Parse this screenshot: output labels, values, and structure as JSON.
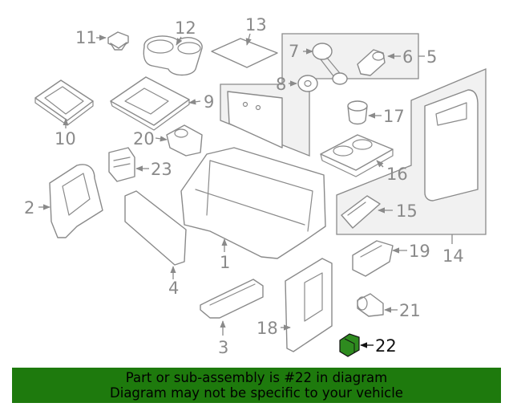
{
  "diagram": {
    "callouts": [
      "1",
      "2",
      "3",
      "4",
      "5",
      "6",
      "7",
      "8",
      "9",
      "10",
      "11",
      "12",
      "13",
      "14",
      "15",
      "16",
      "17",
      "18",
      "19",
      "20",
      "21",
      "22",
      "23"
    ],
    "highlighted_callout": "22",
    "colors": {
      "line_art": "#8a8a8a",
      "highlight_part": "#2e8b1f",
      "banner_background": "#1e7a0d",
      "banner_text": "#000000"
    }
  },
  "banner": {
    "line1": "Part or sub-assembly is #22 in diagram",
    "line2": "Diagram may not be specific to your vehicle"
  }
}
